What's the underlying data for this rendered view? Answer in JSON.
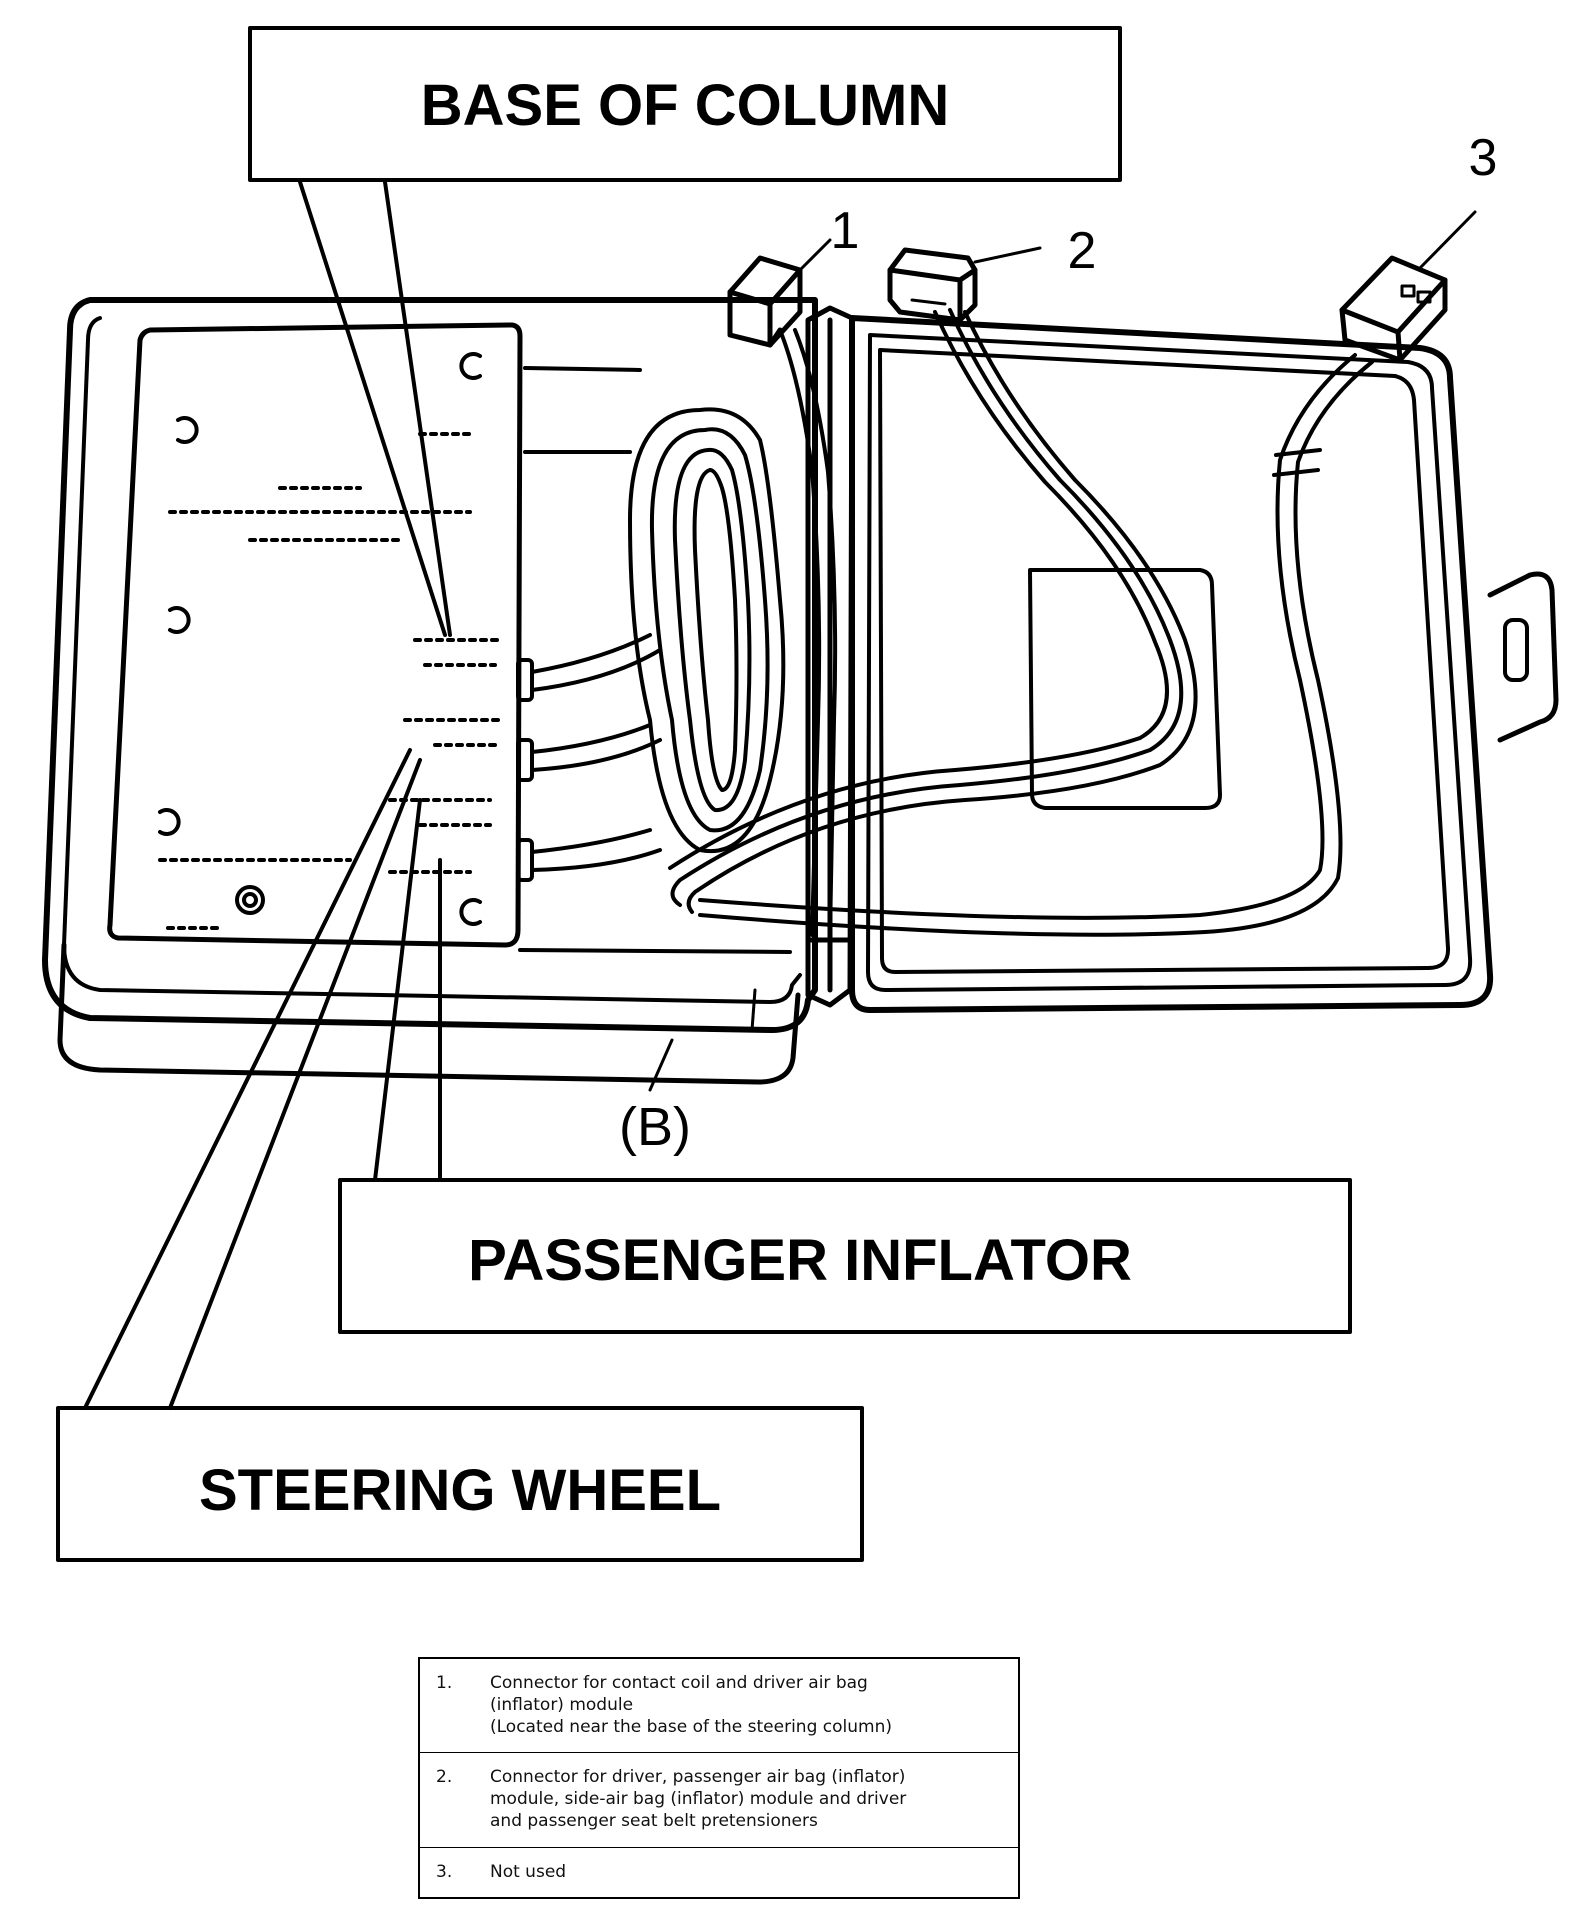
{
  "callouts": {
    "base_of_column": "BASE OF COLUMN",
    "passenger_inflator": "PASSENGER INFLATOR",
    "steering_wheel": "STEERING  WHEEL"
  },
  "labels": {
    "n1": "1",
    "n2": "2",
    "n3": "3",
    "b": "(B)"
  },
  "legend": [
    {
      "index": "1.",
      "lines": [
        "Connector for contact coil and driver air bag",
        "(inflator) module",
        "(Located near the base of the steering column)"
      ]
    },
    {
      "index": "2.",
      "lines": [
        "Connector for driver, passenger air bag (inflator)",
        "module, side-air bag (inflator) module and driver",
        "and passenger seat belt pretensioners"
      ]
    },
    {
      "index": "3.",
      "lines": [
        "Not used"
      ]
    }
  ]
}
